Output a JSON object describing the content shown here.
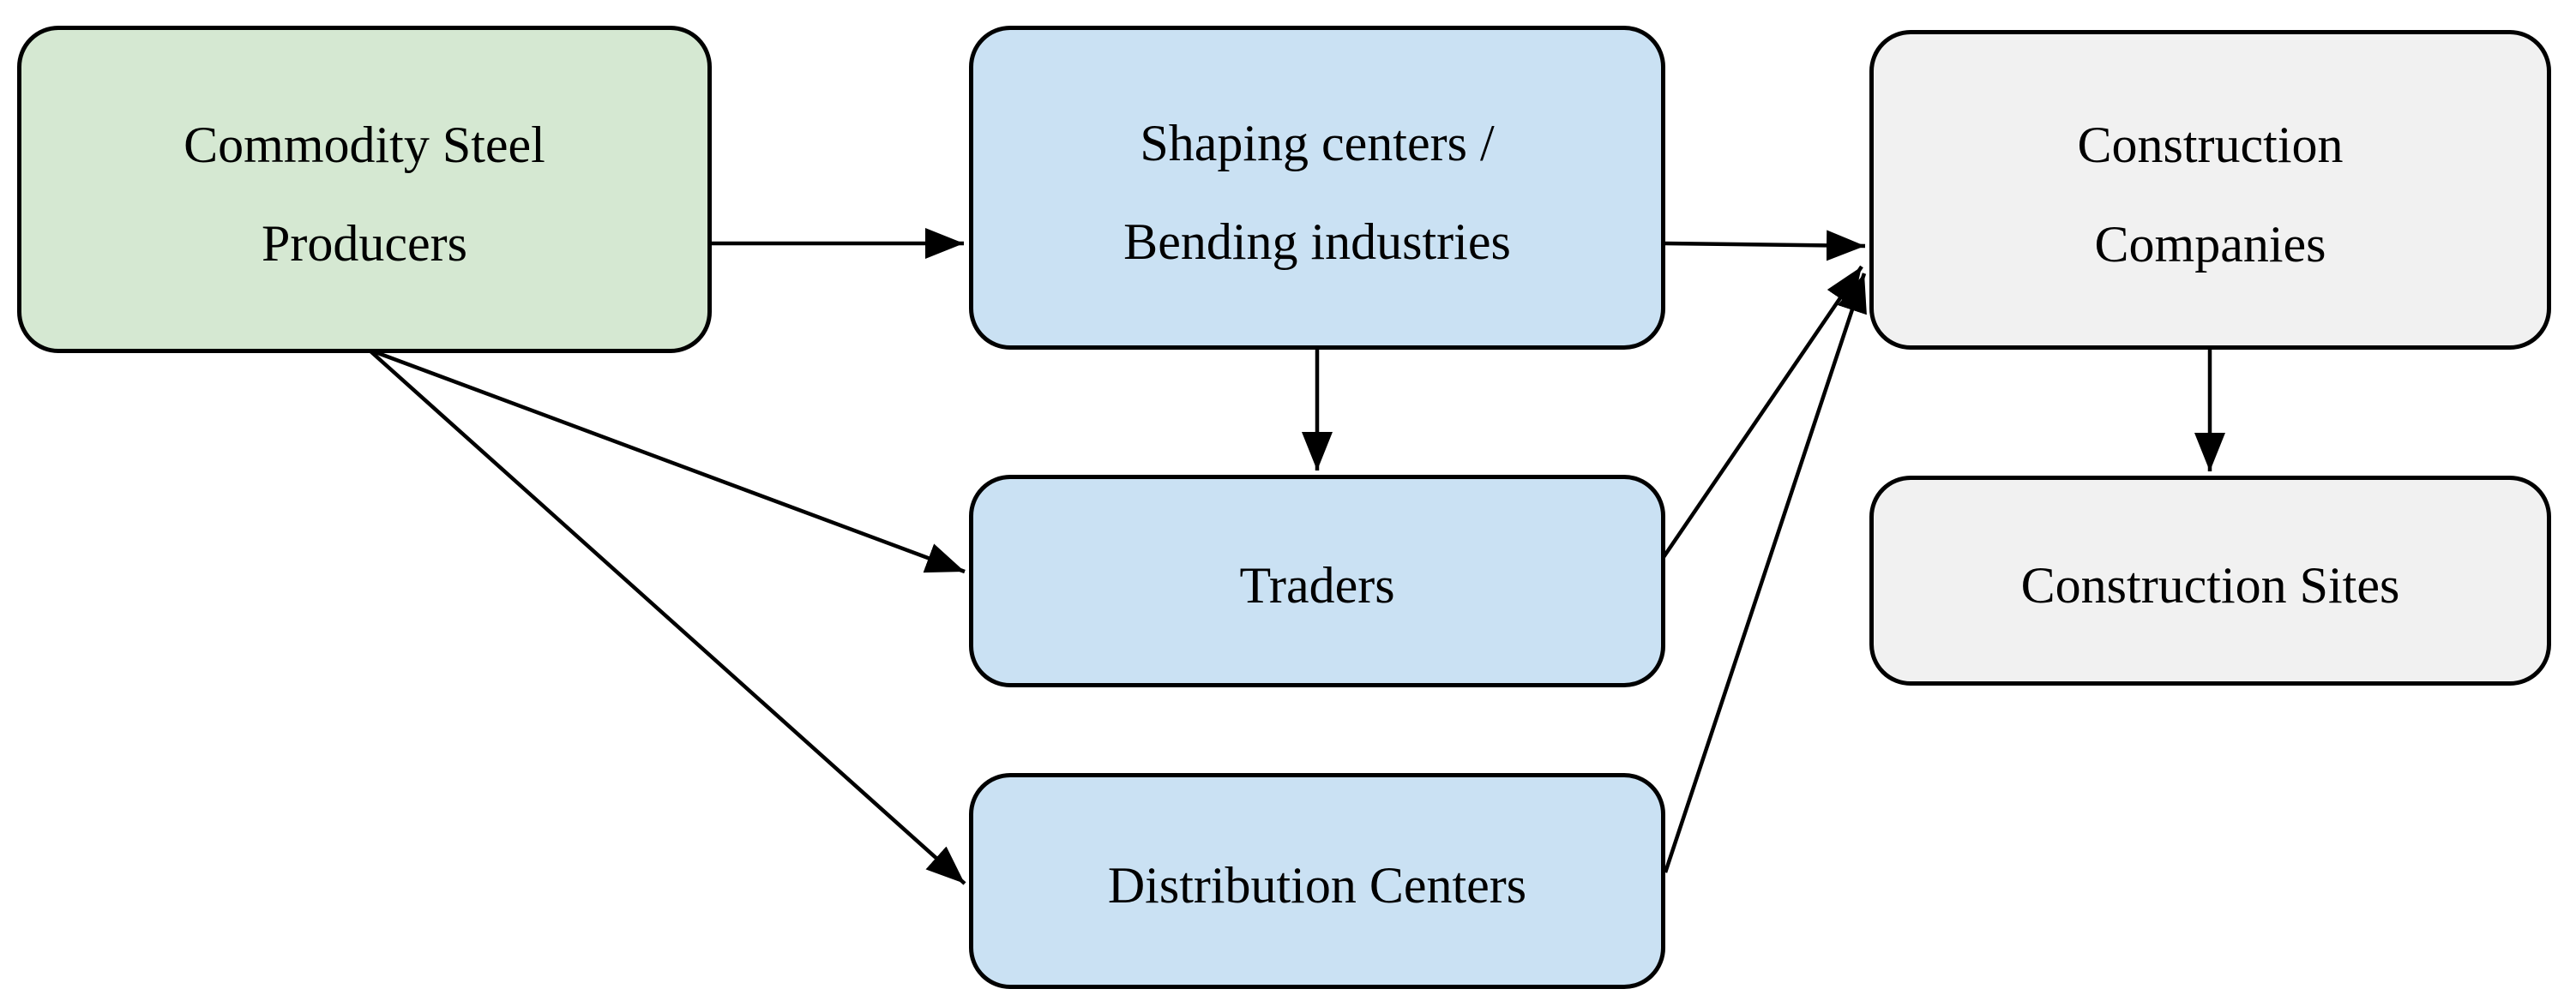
{
  "figure": {
    "background": "#ffffff",
    "stroke_color": "#000000",
    "description": "Supply chain flow diagram for commodity steel from producers to construction sites"
  },
  "nodes": [
    {
      "id": "producers",
      "label": "Commodity Steel\nProducers",
      "fill": "#d5e8d2"
    },
    {
      "id": "shaping",
      "label": "Shaping centers /\nBending industries",
      "fill": "#cae1f3"
    },
    {
      "id": "traders",
      "label": "Traders",
      "fill": "#cae1f3"
    },
    {
      "id": "distribution",
      "label": "Distribution Centers",
      "fill": "#cae1f3"
    },
    {
      "id": "companies",
      "label": "Construction\nCompanies",
      "fill": "#f1f1f1"
    },
    {
      "id": "sites",
      "label": "Construction Sites",
      "fill": "#f1f1f1"
    }
  ],
  "edges": [
    {
      "from": "producers",
      "to": "shaping"
    },
    {
      "from": "producers",
      "to": "traders"
    },
    {
      "from": "producers",
      "to": "distribution"
    },
    {
      "from": "shaping",
      "to": "traders"
    },
    {
      "from": "shaping",
      "to": "companies"
    },
    {
      "from": "traders",
      "to": "companies"
    },
    {
      "from": "distribution",
      "to": "companies"
    },
    {
      "from": "companies",
      "to": "sites"
    }
  ]
}
